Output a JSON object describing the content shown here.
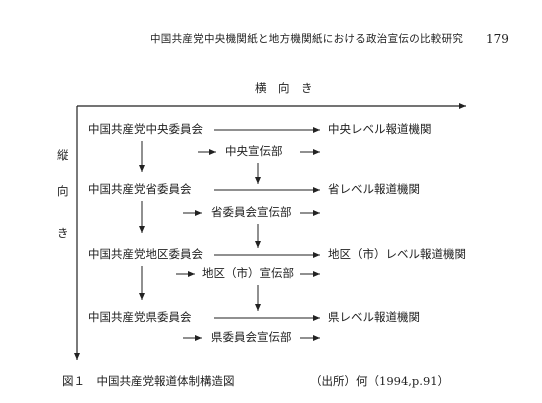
{
  "header": {
    "running_title": "中国共産党中央機関紙と地方機関紙における政治宣伝の比較研究",
    "page_number": "179"
  },
  "diagram": {
    "horizontal_axis_label": "横　向　き",
    "vertical_axis_label": [
      "縦",
      "向",
      "き"
    ],
    "rows": [
      {
        "committee": "中国共産党中央委員会",
        "propaganda": "中央宣伝部",
        "media": "中央レベル報道機関"
      },
      {
        "committee": "中国共産党省委員会",
        "propaganda": "省委員会宣伝部",
        "media": "省レベル報道機関"
      },
      {
        "committee": "中国共産党地区委員会",
        "propaganda": "地区（市）宣伝部",
        "media": "地区（市）レベル報道機関"
      },
      {
        "committee": "中国共産党県委員会",
        "propaganda": "県委員会宣伝部",
        "media": "県レベル報道機関"
      }
    ]
  },
  "caption": {
    "figure_label": "図１　中国共産党報道体制構造図",
    "source": "（出所）何（1994,p.91）"
  }
}
